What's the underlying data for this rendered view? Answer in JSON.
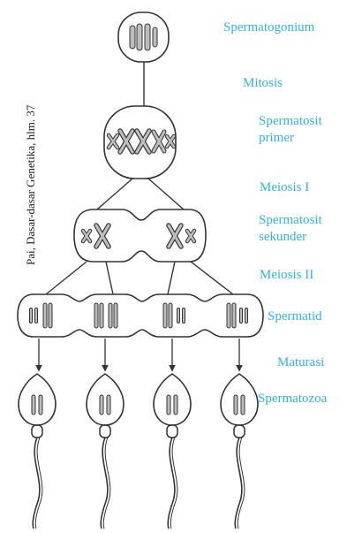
{
  "labels": {
    "spermatogonium": "Spermatogonium",
    "mitosis": "Mitosis",
    "spermatosit_primer_1": "Spermatosit",
    "spermatosit_primer_2": "primer",
    "meiosis_1": "Meiosis I",
    "spermatosit_sekunder_1": "Spermatosit",
    "spermatosit_sekunder_2": "sekunder",
    "meiosis_2": "Meiosis II",
    "spermatid": "Spermatid",
    "maturasi": "Maturasi",
    "spermatozoa": "Spermatozoa"
  },
  "credit": "Pai, Dasar-dasar Genetika, hlm. 37",
  "colors": {
    "label": "#2fb3ec",
    "stroke": "#333333",
    "chromosome_fill": "#bdbdbd",
    "credit": "#222222"
  }
}
